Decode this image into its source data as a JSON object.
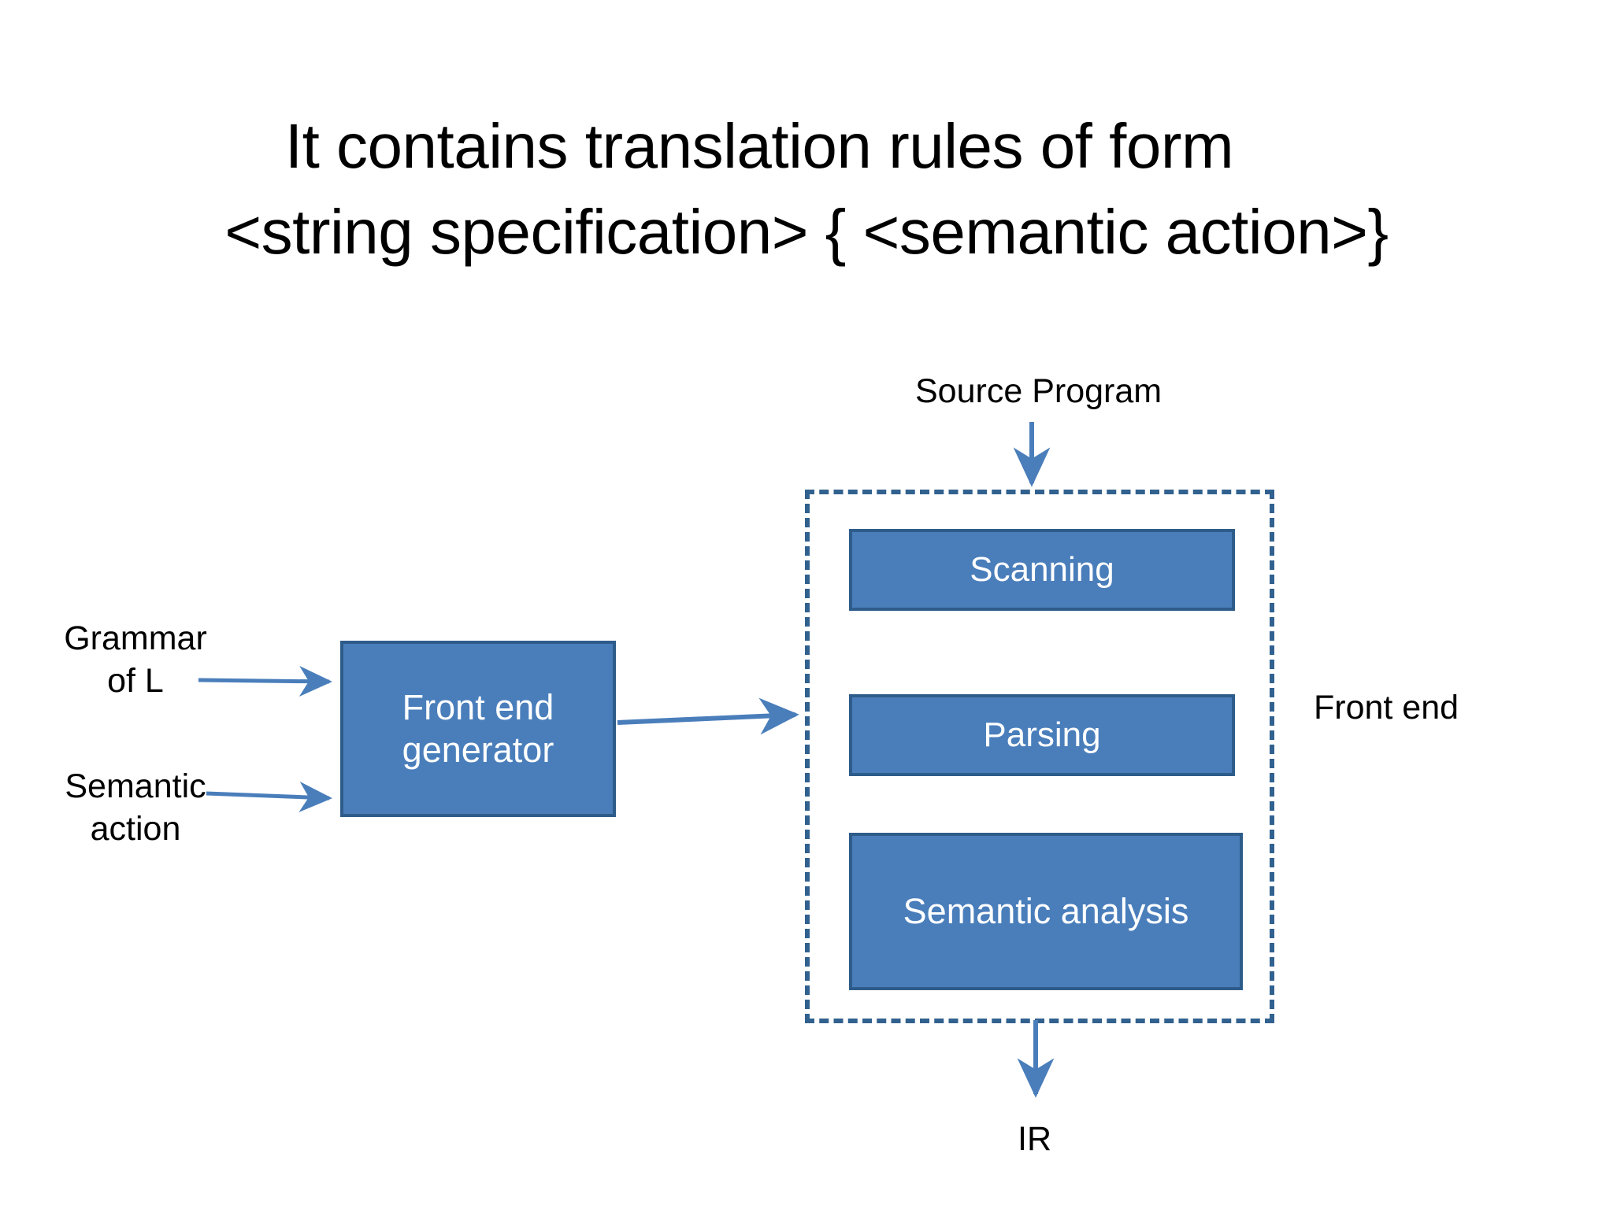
{
  "slide": {
    "title": {
      "line1": "It contains translation rules of form",
      "line2": "<string specification> { <semantic action>}"
    },
    "diagram": {
      "labels": {
        "grammar": "Grammar\nof L",
        "semantic_action": "Semantic\naction",
        "source_program": "Source Program",
        "front_end": "Front end",
        "ir": "IR"
      },
      "boxes": {
        "generator": "Front end\ngenerator",
        "scanning": "Scanning",
        "parsing": "Parsing",
        "semantic_analysis": "Semantic analysis"
      },
      "container": {
        "name": "front-end-dashed-group"
      },
      "colors": {
        "box_fill": "#4a7ebb",
        "box_border": "#2e5c8a",
        "arrow": "#4a7ebb",
        "dashed_border": "#31618f",
        "box_text": "#ffffff",
        "label_text": "#000000",
        "background": "#ffffff"
      },
      "arrows": [
        {
          "name": "grammar-to-generator",
          "from": "Grammar of L",
          "to": "Front end generator"
        },
        {
          "name": "semantic-action-to-generator",
          "from": "Semantic action",
          "to": "Front end generator"
        },
        {
          "name": "generator-to-frontend",
          "from": "Front end generator",
          "to": "Front end group"
        },
        {
          "name": "source-program-to-frontend",
          "from": "Source Program",
          "to": "Front end group"
        },
        {
          "name": "frontend-to-ir",
          "from": "Front end group",
          "to": "IR"
        }
      ]
    }
  }
}
